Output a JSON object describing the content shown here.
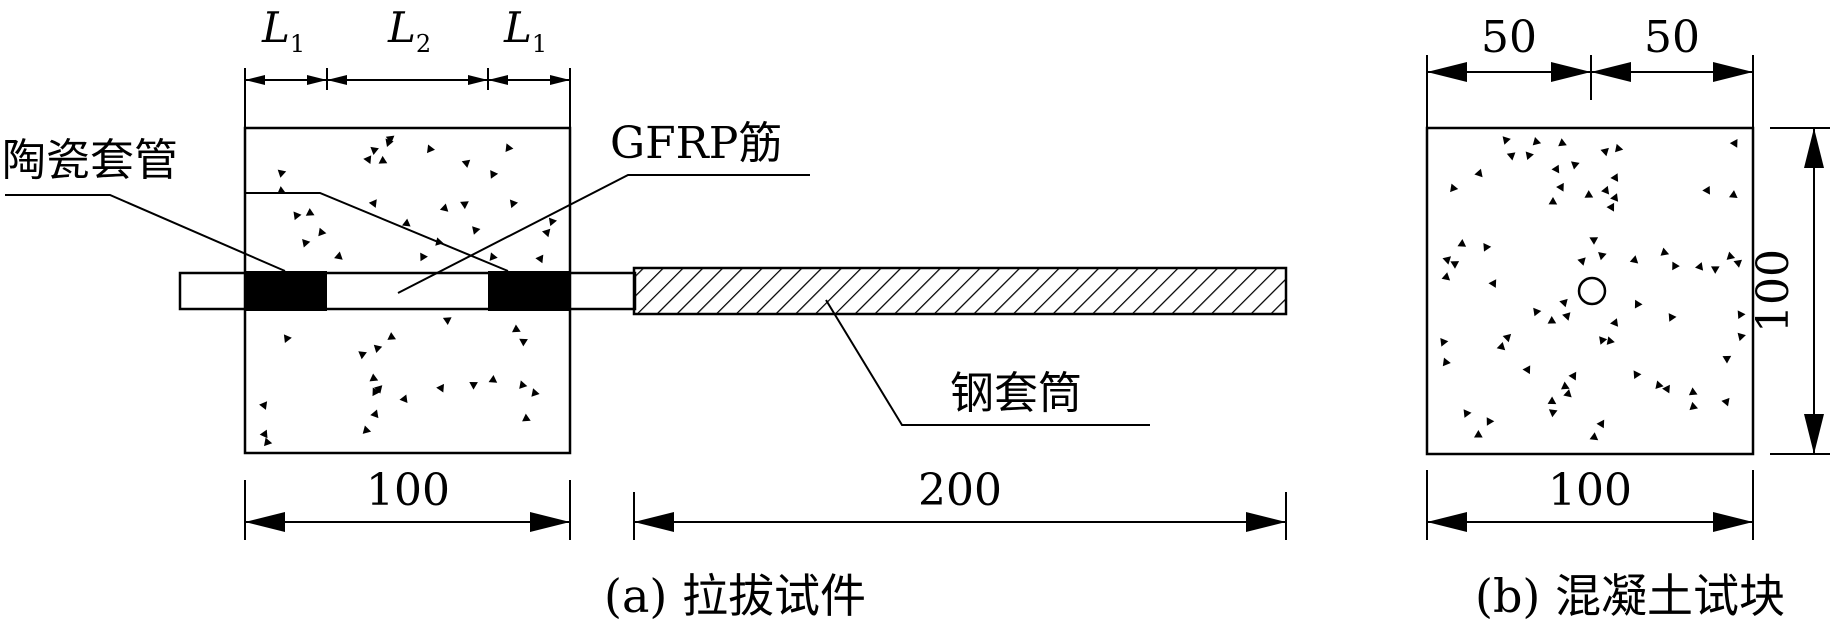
{
  "diagram_a": {
    "dim_L1": "L",
    "dim_L1_sub": "1",
    "dim_L2": "L",
    "dim_L2_sub": "2",
    "label_ceramic_sleeve": "陶瓷套管",
    "label_gfrp_bar": "GFRP筋",
    "label_steel_sleeve": "钢套筒",
    "dim_block_width": "100",
    "dim_steel_length": "200",
    "caption": "(a) 拉拔试件"
  },
  "diagram_b": {
    "dim_half_left": "50",
    "dim_half_right": "50",
    "dim_height": "100",
    "dim_width": "100",
    "caption": "(b) 混凝土试块"
  }
}
